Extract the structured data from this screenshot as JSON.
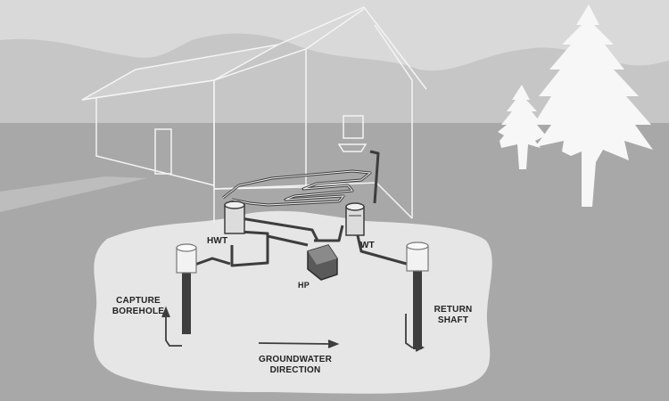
{
  "labels": {
    "hwt": "HWT",
    "wt": "WT",
    "hp": "HP",
    "capture_line1": "CAPTURE",
    "capture_line2": "BOREHOLE",
    "return_line1": "RETURN",
    "return_line2": "SHAFT",
    "groundwater_line1": "GROUNDWATER",
    "groundwater_line2": "DIRECTION"
  },
  "colors": {
    "sky": "#d9d9d9",
    "mountains": "#c6c6c6",
    "ground": "#a8a8a8",
    "ground_plume": "#e6e6e6",
    "house_outline": "#f4f4f4",
    "trees": "#f7f7f7",
    "pipes": "#3d3d3d",
    "text": "#222222"
  },
  "icons": [
    "house-icon",
    "tree-icon",
    "hot-water-tank-icon",
    "water-tank-icon",
    "heat-pump-icon",
    "borehole-icon",
    "arrow-icon"
  ]
}
